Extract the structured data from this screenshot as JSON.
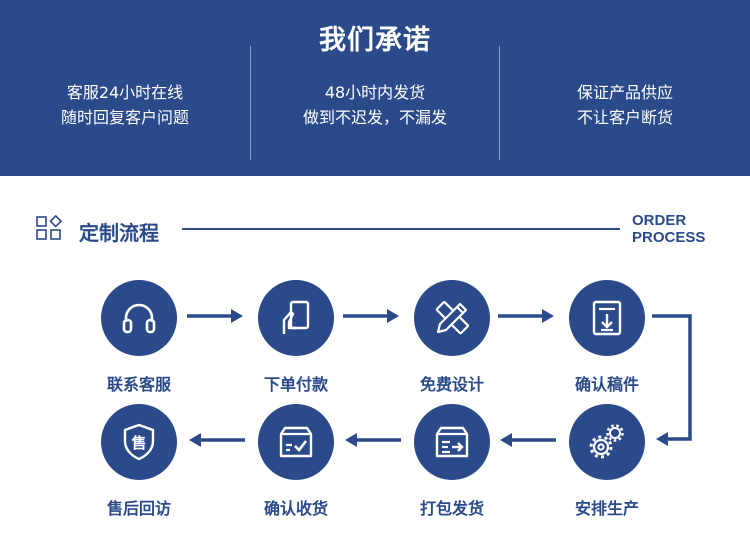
{
  "header": {
    "title": "我们承诺",
    "promises": [
      {
        "line1": "客服24小时在线",
        "line2": "随时回复客户问题"
      },
      {
        "line1": "48小时内发货",
        "line2": "做到不迟发，不漏发"
      },
      {
        "line1": "保证产品供应",
        "line2": "不让客户断货"
      }
    ]
  },
  "process": {
    "title": "定制流程",
    "english_line1": "ORDER",
    "english_line2": "PROCESS",
    "steps": [
      {
        "label": "联系客服",
        "icon": "headset-icon"
      },
      {
        "label": "下单付款",
        "icon": "hand-card-icon"
      },
      {
        "label": "免费设计",
        "icon": "ruler-pencil-icon"
      },
      {
        "label": "确认稿件",
        "icon": "download-document-icon"
      },
      {
        "label": "售后回访",
        "icon": "shield-shou-icon"
      },
      {
        "label": "确认收货",
        "icon": "box-check-icon"
      },
      {
        "label": "打包发货",
        "icon": "box-arrow-icon"
      },
      {
        "label": "安排生产",
        "icon": "gears-icon"
      }
    ]
  },
  "colors": {
    "primary": "#2b4a8a",
    "background": "#ffffff"
  }
}
